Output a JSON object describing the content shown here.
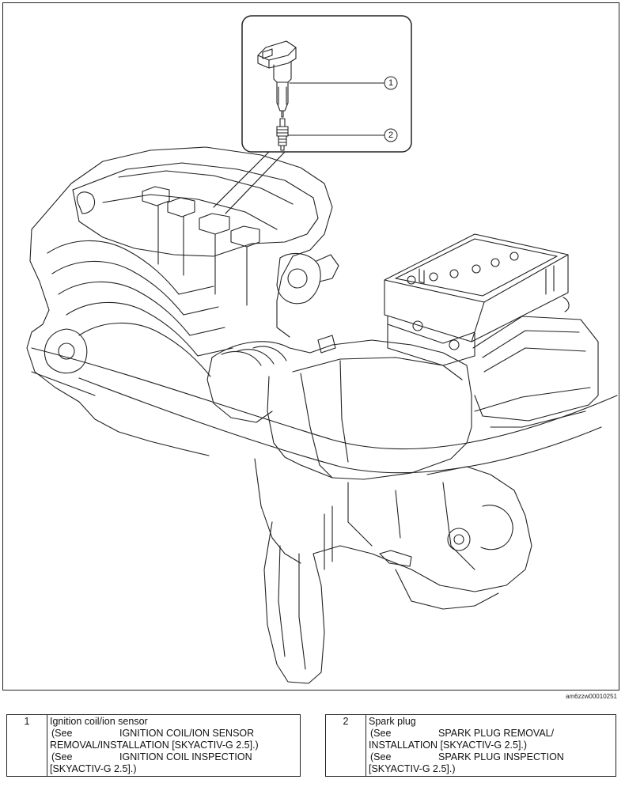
{
  "figure_id": "am6zzw00010251",
  "callouts": [
    {
      "number": "1"
    },
    {
      "number": "2"
    }
  ],
  "legend": [
    {
      "number": "1",
      "title": "Ignition coil/ion sensor",
      "refs": [
        {
          "see": "(See",
          "l1": "IGNITION COIL/ION SENSOR",
          "l2": "REMOVAL/INSTALLATION [SKYACTIV-G 2.5].)"
        },
        {
          "see": "(See",
          "l1": "IGNITION COIL INSPECTION",
          "l2": "[SKYACTIV-G 2.5].)"
        }
      ]
    },
    {
      "number": "2",
      "title": "Spark plug",
      "refs": [
        {
          "see": "(See",
          "l1": "SPARK PLUG REMOVAL/",
          "l2": "INSTALLATION [SKYACTIV-G 2.5].)"
        },
        {
          "see": "(See",
          "l1": "SPARK PLUG INSPECTION",
          "l2": "[SKYACTIV-G 2.5].)"
        }
      ]
    }
  ]
}
